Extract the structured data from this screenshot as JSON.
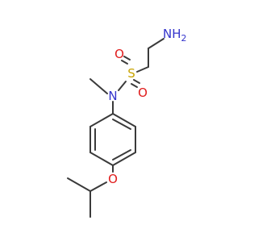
{
  "molecule": {
    "atoms": {
      "amine": {
        "label": "NH",
        "subscript": "2"
      },
      "sulfur": {
        "label": "S"
      },
      "oxygen_top": {
        "label": "O"
      },
      "oxygen_bottom": {
        "label": "O"
      },
      "sulfonamide_nitrogen": {
        "label": "N"
      },
      "ether_oxygen": {
        "label": "O"
      }
    },
    "colors": {
      "bond": "#3a3a3a",
      "nitrogen": "#3333cc",
      "oxygen": "#e01b1b",
      "sulfur": "#c8a400"
    }
  }
}
